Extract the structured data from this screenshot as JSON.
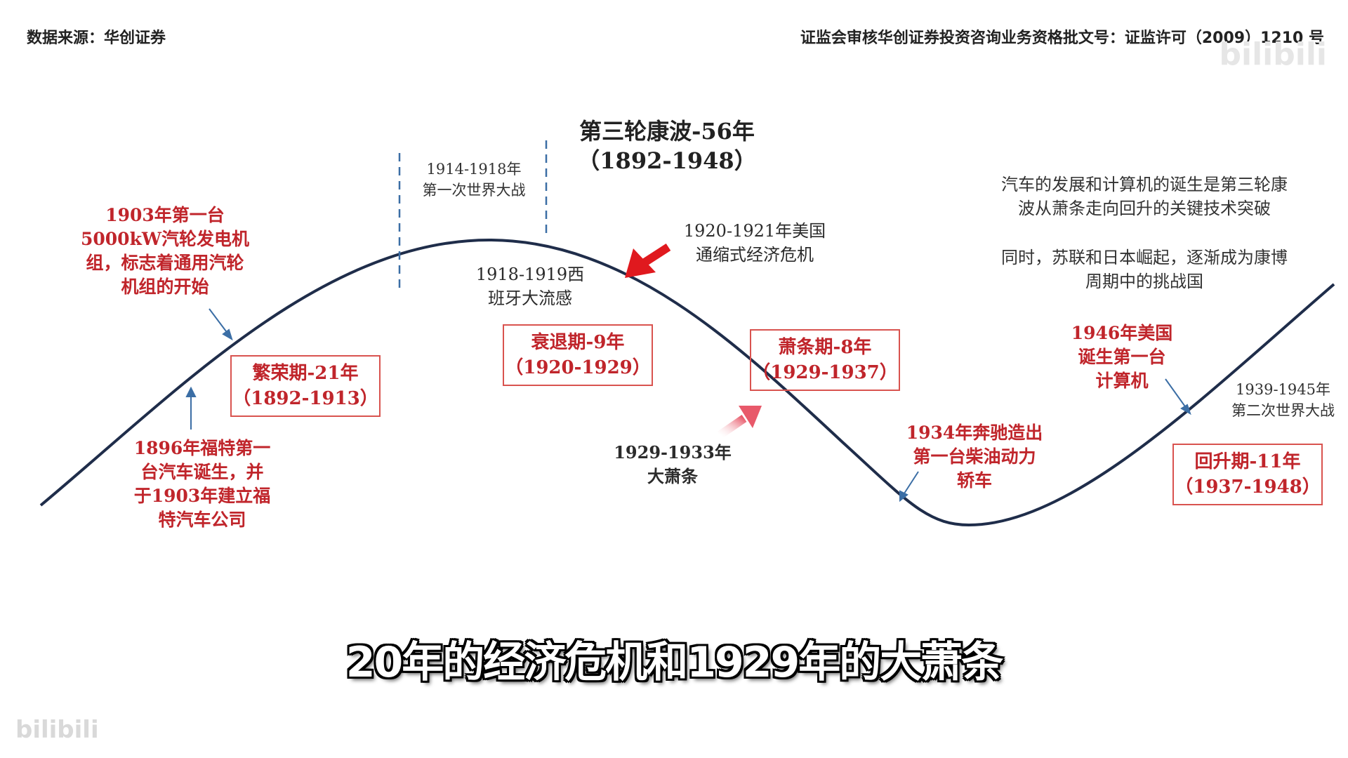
{
  "header": {
    "source": "数据来源：华创证券",
    "license": "证监会审核华创证券投资咨询业务资格批文号：证监许可（2009）1210 号"
  },
  "title": {
    "line1": "第三轮康波-56年",
    "line2": "（1892-1948）"
  },
  "war1": {
    "line1": "1914-1918年",
    "line2": "第一次世界大战"
  },
  "flu": {
    "line1": "1918-1919西",
    "line2": "班牙大流感"
  },
  "us_crisis": {
    "line1": "1920-1921年美国",
    "line2": "通缩式经济危机"
  },
  "depression": {
    "line1": "1929-1933年",
    "line2": "大萧条"
  },
  "war2": {
    "line1": "1939-1945年",
    "line2": "第二次世界大战"
  },
  "events": {
    "turbine": [
      "1903年第一台",
      "5000kW汽轮发电机",
      "组，标志着通用汽轮",
      "机组的开始"
    ],
    "ford": [
      "1896年福特第一",
      "台汽车诞生，并",
      "于1903年建立福",
      "特汽车公司"
    ],
    "benz": [
      "1934年奔驰造出",
      "第一台柴油动力",
      "轿车"
    ],
    "computer": [
      "1946年美国",
      "诞生第一台",
      "计算机"
    ]
  },
  "phases": {
    "prosperity": {
      "name": "繁荣期-21年",
      "years": "（1892-1913）"
    },
    "recession": {
      "name": "衰退期-9年",
      "years": "（1920-1929）"
    },
    "depression": {
      "name": "萧条期-8年",
      "years": "（1929-1937）"
    },
    "recovery": {
      "name": "回升期-11年",
      "years": "（1937-1948）"
    }
  },
  "notes": {
    "p1_line1": "汽车的发展和计算机的诞生是第三轮康",
    "p1_line2": "波从萧条走向回升的关键技术突破",
    "p2_line1": "同时，苏联和日本崛起，逐渐成为康博",
    "p2_line2": "周期中的挑战国"
  },
  "subtitle": "20年的经济危机和1929年的大萧条",
  "watermark": {
    "top": "bilibili",
    "bottom": "bilibili"
  },
  "colors": {
    "curve": "#1f2d4a",
    "accent_red": "#c0252b",
    "box_border": "#d9534f",
    "arrow_red": "#e0191e",
    "dashed": "#3b6ea5"
  }
}
